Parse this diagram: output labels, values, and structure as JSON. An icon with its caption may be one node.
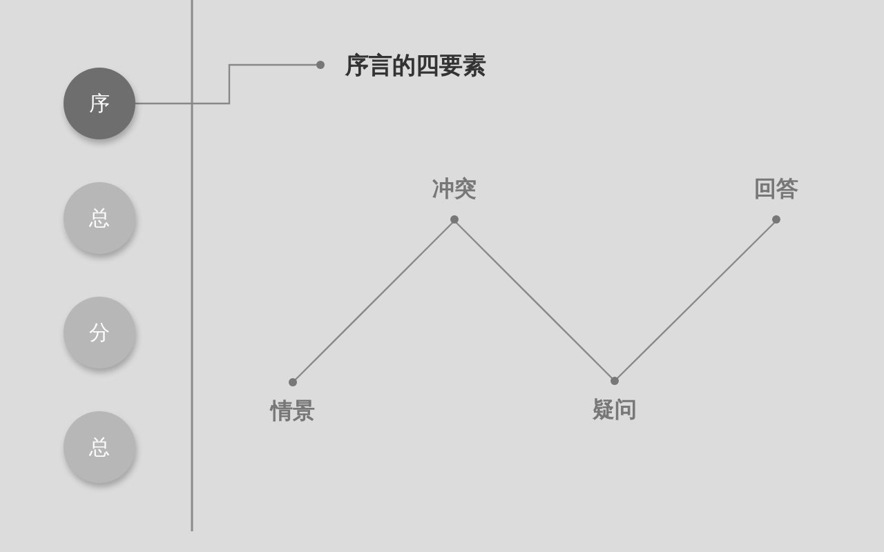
{
  "diagram": {
    "nodes": [
      {
        "text": [
          "序"
        ]
      },
      {
        "text": [
          "总"
        ]
      },
      {
        "text": [
          "分"
        ]
      },
      {
        "text": [
          "总"
        ]
      },
      {
        "text": [
          "序言的四要素"
        ]
      },
      {
        "text": [
          "情景"
        ]
      },
      {
        "text": [
          "冲突"
        ]
      },
      {
        "text": [
          "疑问"
        ]
      },
      {
        "text": [
          "回答"
        ]
      }
    ],
    "edges": [
      {
        "from": 0,
        "to": 4,
        "arrow": "other"
      },
      {
        "from": 5,
        "to": 6,
        "arrow": "none"
      },
      {
        "from": 6,
        "to": 7,
        "arrow": "none"
      },
      {
        "from": 7,
        "to": 8,
        "arrow": "none"
      }
    ]
  }
}
